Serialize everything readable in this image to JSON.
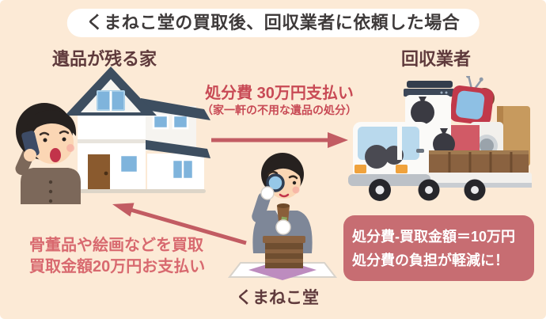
{
  "title": "くまねこ堂の買取後、回収業者に依頼した場合",
  "labels": {
    "house": "遺品が残る家",
    "collector": "回収業者",
    "shop": "くまねこ堂"
  },
  "flow_top": {
    "line1": "処分費 30万円支払い",
    "line2": "（家一軒の不用な遺品の処分）"
  },
  "flow_bottom": {
    "line1": "骨董品や絵画などを買取",
    "line2": "買取金額20万円お支払い"
  },
  "result_box": {
    "line1": "処分費-買取金額＝10万円",
    "line2": "処分費の負担が軽減に！"
  },
  "icons": {
    "house": "house-illustration",
    "caller": "person-on-phone-illustration",
    "truck": "loaded-junk-truck-illustration",
    "appraiser": "appraiser-with-loupe-illustration",
    "arrow_right": "arrow-right-icon",
    "arrow_up_left": "arrow-up-left-icon"
  },
  "colors": {
    "background": "#fcead6",
    "title_bg": "#ffffff",
    "title_text": "#3e3a3a",
    "label_text": "#5f3a3c",
    "accent_red": "#c84a55",
    "soft_red": "#d8696f",
    "arrow": "#c25c63",
    "result_box_bg": "#c76d72",
    "result_box_text": "#ffffff"
  }
}
